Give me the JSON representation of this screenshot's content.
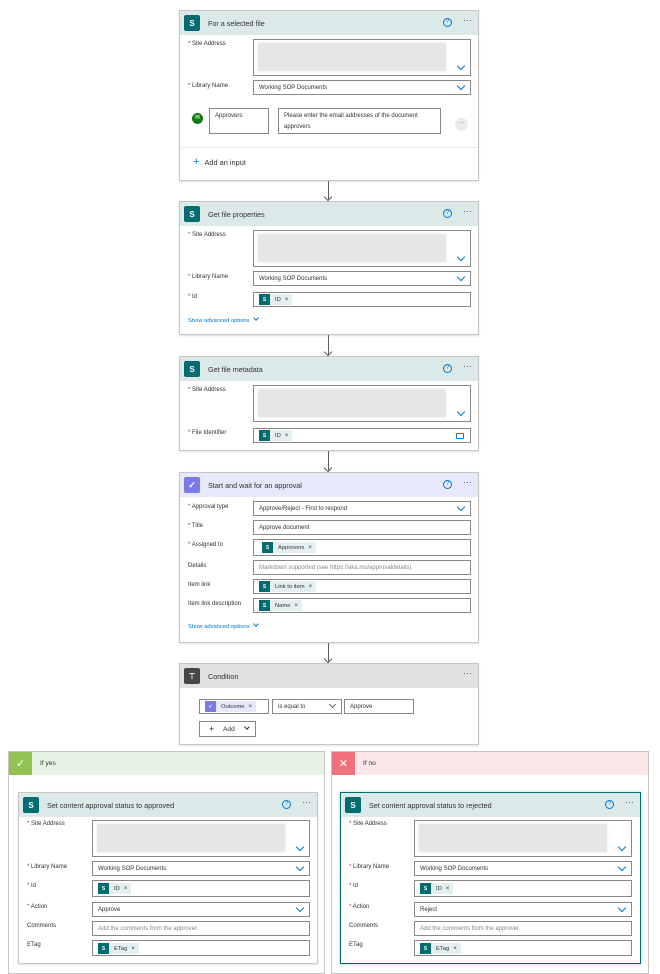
{
  "common": {
    "site_address_label": "Site Address",
    "library_name_label": "Library Name",
    "working_sop": "Working SOP Documents",
    "show_advanced": "Show advanced options",
    "id_label": "Id",
    "sp_icon": "S",
    "more": "···",
    "help": "?",
    "remove": "×",
    "req_mark": "*"
  },
  "trigger": {
    "title": "For a selected file",
    "approvers_label": "Approvers",
    "approvers_placeholder_line1": "Please enter the email addresses of the document",
    "approvers_placeholder_line2": "approvers",
    "add_input": "Add an input",
    "add_input_plus": "+"
  },
  "get_props": {
    "title": "Get file properties",
    "id_token": "ID"
  },
  "get_meta": {
    "title": "Get file metadata",
    "file_identifier_label": "File Identifier",
    "id_token": "ID"
  },
  "approval": {
    "title": "Start and wait for an approval",
    "approval_type_label": "Approval type",
    "approval_type_value": "Approve/Reject - First to respond",
    "title_label": "Title",
    "title_value": "Approve document",
    "assigned_label": "Assigned to",
    "assigned_token": "Approvers",
    "details_label": "Details",
    "details_placeholder": "Markdown supported (see https://aka.ms/approvaldetails)",
    "item_link_label": "Item link",
    "item_link_token": "Link to item",
    "item_link_desc_label": "Item link description",
    "item_link_desc_token": "Name"
  },
  "condition": {
    "title": "Condition",
    "outcome_token": "Outcome",
    "operator": "is equal to",
    "value": "Approve",
    "add_label": "Add",
    "add_plus": "+"
  },
  "if_yes": {
    "title": "If yes",
    "action_title": "Set content approval status to approved",
    "id_token": "ID",
    "action_label": "Action",
    "action_value": "Approve",
    "comments_label": "Comments",
    "comments_placeholder": "Add the comments from the approver.",
    "etag_label": "ETag",
    "etag_token": "ETag"
  },
  "if_no": {
    "title": "If no",
    "action_title": "Set content approval status to rejected",
    "id_token": "ID",
    "action_label": "Action",
    "action_value": "Reject",
    "comments_label": "Comments",
    "comments_placeholder": "Add the comments from the approver.",
    "etag_label": "ETag",
    "etag_token": "ETag"
  },
  "colors": {
    "sharepoint": "#036c70",
    "approval": "#7b7be8",
    "link": "#0078d4",
    "yes": "#92c353",
    "no": "#f1707b"
  }
}
